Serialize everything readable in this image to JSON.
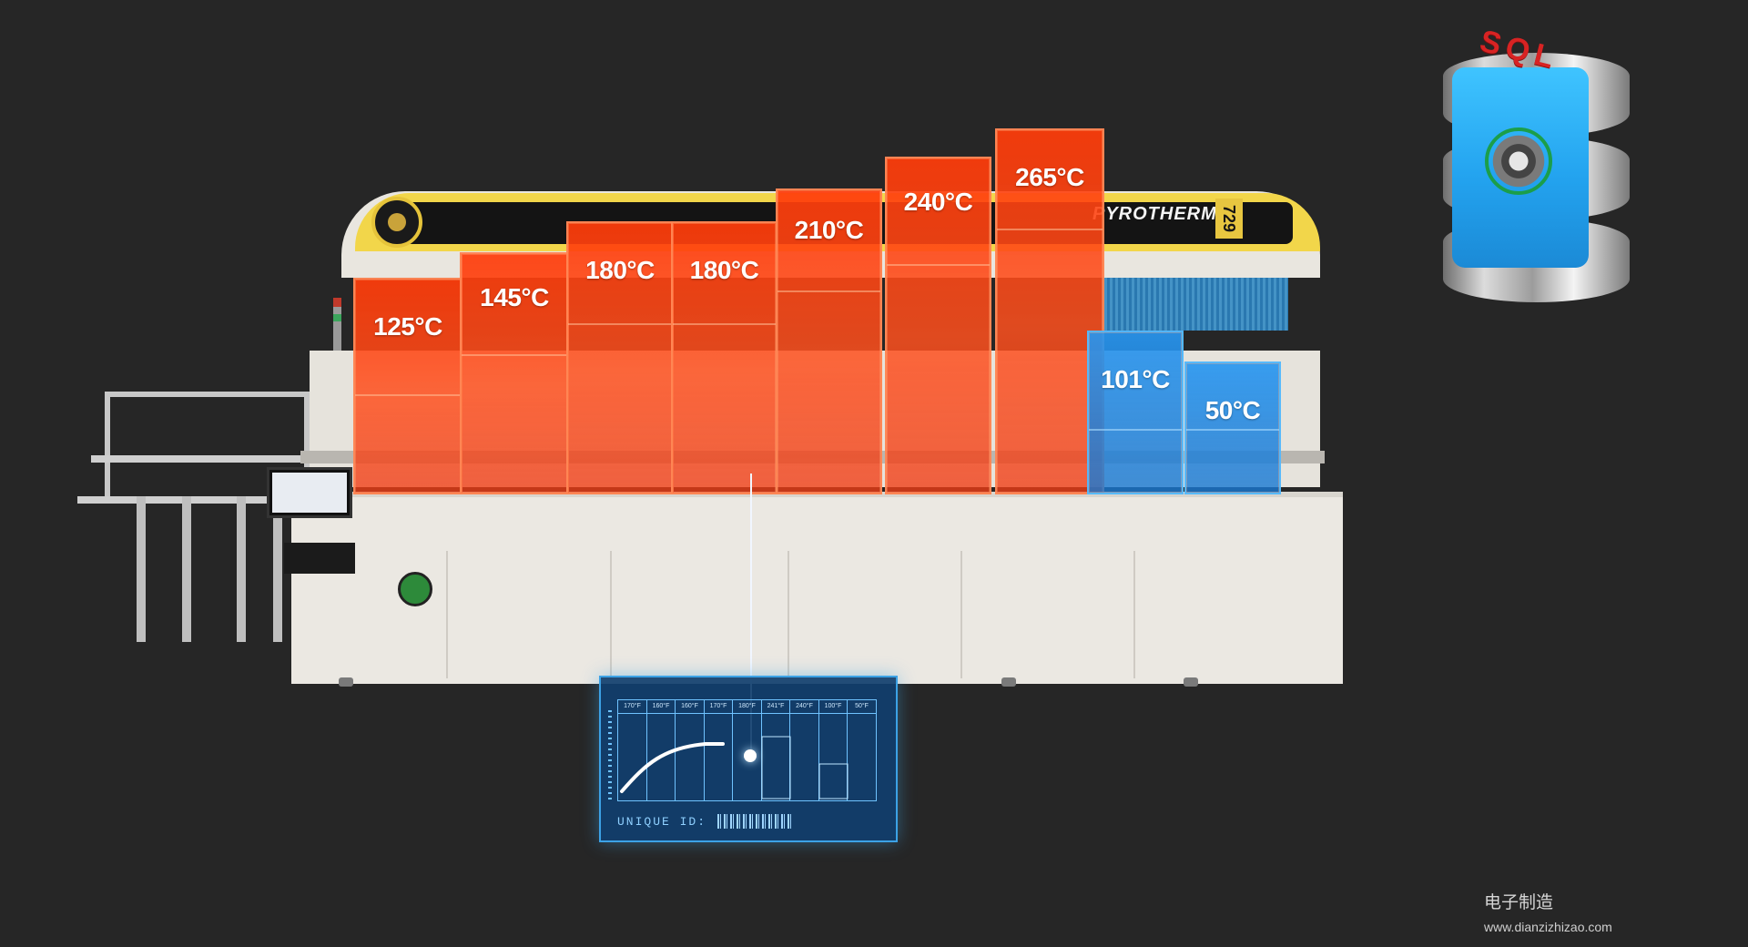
{
  "machine": {
    "brand": "PYROTHERM",
    "model": "729"
  },
  "zones": [
    {
      "label": "125°C",
      "temp_c": 125,
      "kind": "heat"
    },
    {
      "label": "145°C",
      "temp_c": 145,
      "kind": "heat"
    },
    {
      "label": "180°C",
      "temp_c": 180,
      "kind": "heat"
    },
    {
      "label": "180°C",
      "temp_c": 180,
      "kind": "heat"
    },
    {
      "label": "210°C",
      "temp_c": 210,
      "kind": "heat"
    },
    {
      "label": "240°C",
      "temp_c": 240,
      "kind": "heat"
    },
    {
      "label": "265°C",
      "temp_c": 265,
      "kind": "heat"
    },
    {
      "label": "101°C",
      "temp_c": 101,
      "kind": "cool"
    },
    {
      "label": "50°C",
      "temp_c": 50,
      "kind": "cool"
    }
  ],
  "profile_panel": {
    "column_headers": [
      "170°F",
      "160°F",
      "160°F",
      "170°F",
      "180°F",
      "241°F",
      "240°F",
      "100°F",
      "50°F"
    ],
    "unique_id_label": "UNIQUE ID:"
  },
  "database": {
    "label": "SQL"
  },
  "colors": {
    "heat_zone": "#ff3d0a",
    "cool_zone": "#2896f0",
    "hud": "#103e6e",
    "brand_yellow": "#f2d64a"
  },
  "watermark": {
    "site_name": "电子制造",
    "url": "www.dianzizhizao.com"
  }
}
